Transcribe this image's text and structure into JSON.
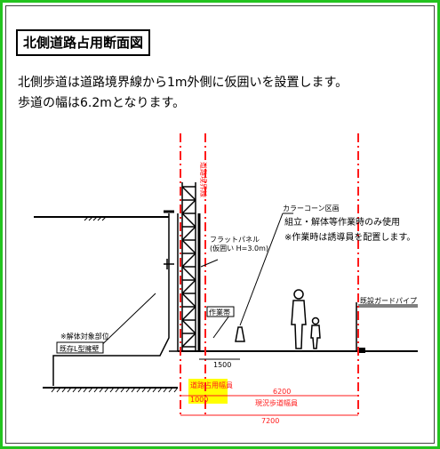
{
  "title": "北側道路占用断面図",
  "description": {
    "line1": "北側歩道は道路境界線から1m外側に仮囲いを設置します。",
    "line2": "歩道の幅は6.2mとなります。"
  },
  "labels": {
    "boundary_vertical": "道路境界線",
    "flat_panel": "フラットパネル",
    "flat_panel_sub": "(仮囲い H=3.0m)",
    "cone_area": "カラーコーン区画",
    "assembly_note": "組立・解体等作業時のみ使用",
    "guide_note": "※作業時は誘導員を配置します。",
    "work_zone": "作業帯",
    "guard_pipe": "既設ガードパイプ",
    "demolition_target": "※解体対象部位",
    "existing_wall": "既存L型擁壁"
  },
  "dimensions": {
    "d1500": "1500",
    "occupancy_width": "道路占用幅員",
    "d1000": "1000",
    "d6200": "6200",
    "current_sidewalk": "現況歩道幅員",
    "d7200": "7200"
  },
  "colors": {
    "frame": "#22c31e",
    "red": "#ff1a1a",
    "highlight": "#ffff00"
  }
}
